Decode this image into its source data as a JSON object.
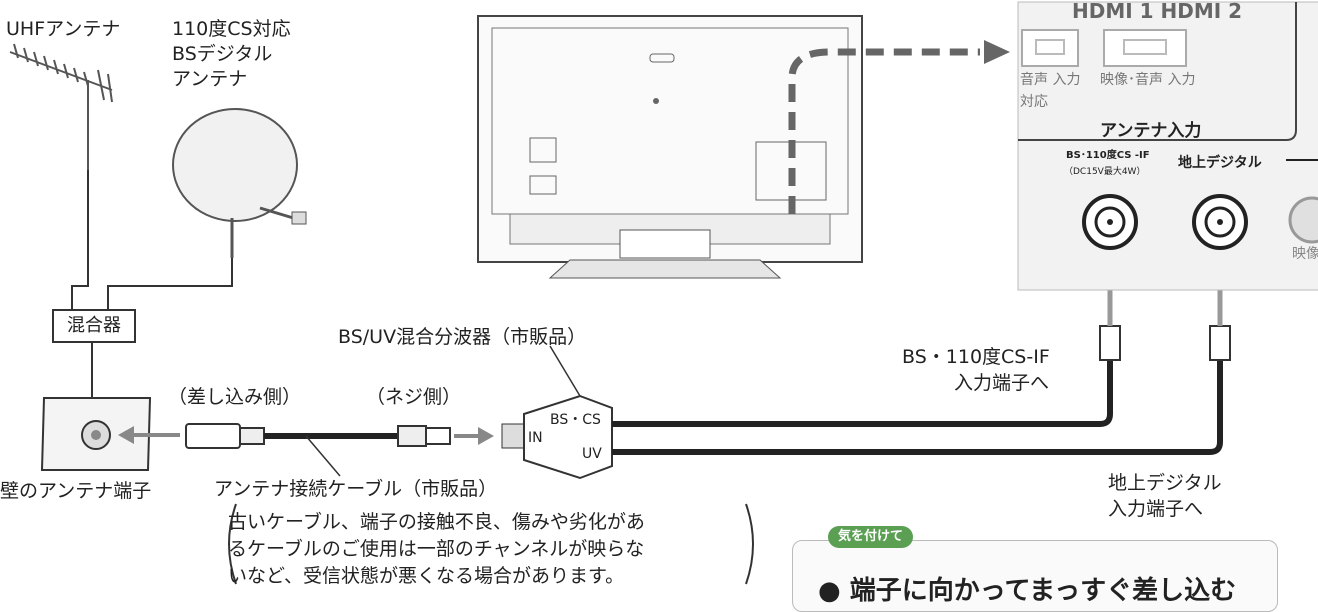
{
  "labels": {
    "uhf_antenna": "UHFアンテナ",
    "bs_antenna_line1": "110度CS対応",
    "bs_antenna_line2": "BSデジタル",
    "bs_antenna_line3": "アンテナ",
    "mixer": "混合器",
    "wall_terminal": "壁のアンテナ端子",
    "plug_side": "（差し込み側）",
    "screw_side": "（ネジ側）",
    "splitter": "BS/UV混合分波器（市販品）",
    "splitter_in": "IN",
    "splitter_bscs": "BS・CS",
    "splitter_uv": "UV",
    "cable": "アンテナ接続ケーブル（市販品）",
    "to_bs_line1": "BS・110度CS-IF",
    "to_bs_line2": "入力端子へ",
    "to_terrestrial_line1": "地上デジタル",
    "to_terrestrial_line2": "入力端子へ"
  },
  "note": {
    "line1": "古いケーブル、端子の接触不良、傷みや劣化があ",
    "line2": "るケーブルのご使用は一部のチャンネルが映らな",
    "line3": "いなど、受信状態が悪くなる場合があります。"
  },
  "panel": {
    "hdmi_top": "HDMI 1  HDMI 2",
    "audio_input": "音声 入力",
    "video_audio_input": "映像･音声 入力",
    "compat": "対応",
    "antenna_input": "アンテナ入力",
    "bs_port_line1": "BS･110度CS -IF",
    "bs_port_line2": "（DC15V最大4W）",
    "terrestrial_port": "地上デジタル",
    "video_partial": "映像"
  },
  "caution": {
    "badge": "気を付けて",
    "text": "● 端子に向かってまっすぐ差し込む"
  }
}
